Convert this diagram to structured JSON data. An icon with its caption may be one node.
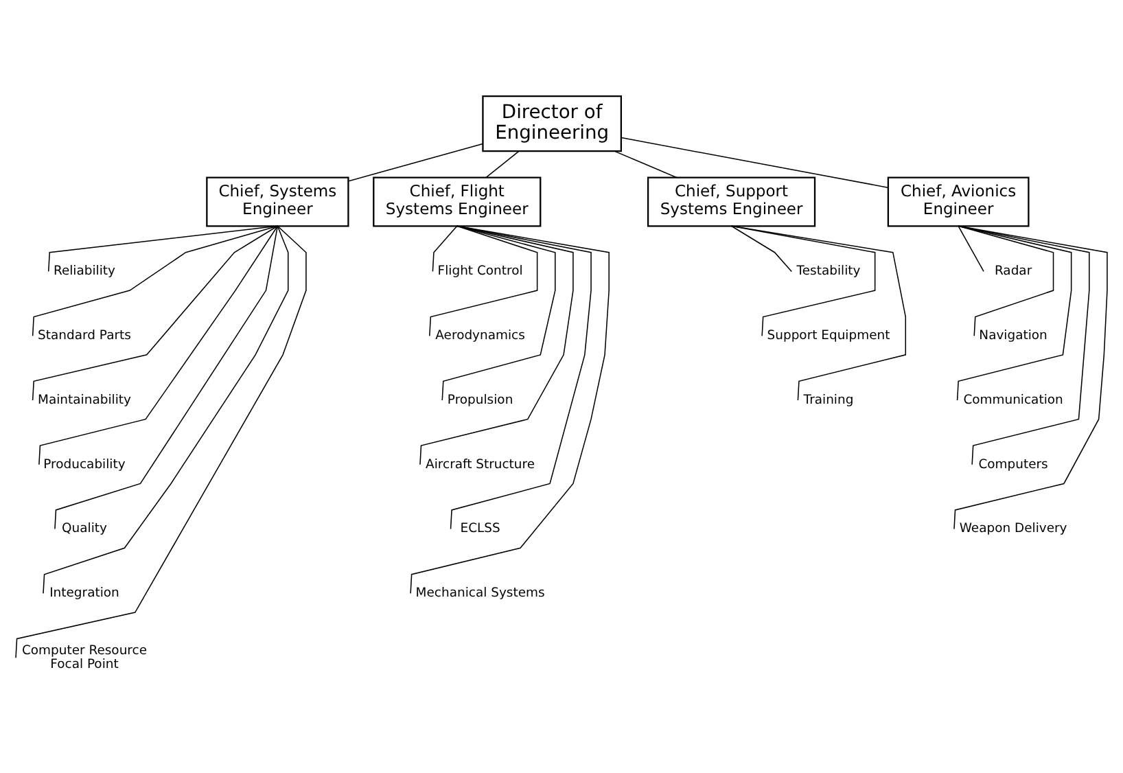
{
  "diagram": {
    "nodes": [
      {
        "text": [
          "Director of Engineering"
        ]
      },
      {
        "text": [
          "Chief, Systems Engineer"
        ]
      },
      {
        "text": [
          "Chief, Flight Systems Engineer"
        ]
      },
      {
        "text": [
          "Chief, Support Systems Engineer"
        ]
      },
      {
        "text": [
          "Chief, Avionics Engineer"
        ]
      },
      {
        "text": [
          "Reliability"
        ]
      },
      {
        "text": [
          "Standard Parts"
        ]
      },
      {
        "text": [
          "Maintainability"
        ]
      },
      {
        "text": [
          "Producability"
        ]
      },
      {
        "text": [
          "Quality"
        ]
      },
      {
        "text": [
          "Integration"
        ]
      },
      {
        "text": [
          "Computer Resource Focal Point"
        ]
      },
      {
        "text": [
          "Flight Control"
        ]
      },
      {
        "text": [
          "Aerodynamics"
        ]
      },
      {
        "text": [
          "Propulsion"
        ]
      },
      {
        "text": [
          "Aircraft Structure"
        ]
      },
      {
        "text": [
          "ECLSS"
        ]
      },
      {
        "text": [
          "Mechanical Systems"
        ]
      },
      {
        "text": [
          "Testability"
        ]
      },
      {
        "text": [
          "Support Equipment"
        ]
      },
      {
        "text": [
          "Training"
        ]
      },
      {
        "text": [
          "Radar"
        ]
      },
      {
        "text": [
          "Navigation"
        ]
      },
      {
        "text": [
          "Communication"
        ]
      },
      {
        "text": [
          "Computers"
        ]
      },
      {
        "text": [
          "Weapon Delivery"
        ]
      }
    ],
    "edges": [
      {
        "from": 0,
        "to": 1,
        "arrow": "none"
      },
      {
        "from": 0,
        "to": 2,
        "arrow": "none"
      },
      {
        "from": 0,
        "to": 3,
        "arrow": "none"
      },
      {
        "from": 0,
        "to": 4,
        "arrow": "none"
      },
      {
        "from": 1,
        "to": 5,
        "arrow": "none"
      },
      {
        "from": 1,
        "to": 6,
        "arrow": "none"
      },
      {
        "from": 1,
        "to": 7,
        "arrow": "none"
      },
      {
        "from": 1,
        "to": 8,
        "arrow": "none"
      },
      {
        "from": 1,
        "to": 9,
        "arrow": "none"
      },
      {
        "from": 1,
        "to": 10,
        "arrow": "none"
      },
      {
        "from": 1,
        "to": 11,
        "arrow": "none"
      },
      {
        "from": 2,
        "to": 12,
        "arrow": "none"
      },
      {
        "from": 2,
        "to": 13,
        "arrow": "none"
      },
      {
        "from": 2,
        "to": 14,
        "arrow": "none"
      },
      {
        "from": 2,
        "to": 15,
        "arrow": "none"
      },
      {
        "from": 2,
        "to": 16,
        "arrow": "none"
      },
      {
        "from": 2,
        "to": 17,
        "arrow": "none"
      },
      {
        "from": 3,
        "to": 18,
        "arrow": "none"
      },
      {
        "from": 3,
        "to": 19,
        "arrow": "none"
      },
      {
        "from": 3,
        "to": 20,
        "arrow": "none"
      },
      {
        "from": 4,
        "to": 21,
        "arrow": "none"
      },
      {
        "from": 4,
        "to": 22,
        "arrow": "none"
      },
      {
        "from": 4,
        "to": 23,
        "arrow": "none"
      },
      {
        "from": 4,
        "to": 24,
        "arrow": "none"
      },
      {
        "from": 4,
        "to": 25,
        "arrow": "none"
      }
    ]
  }
}
